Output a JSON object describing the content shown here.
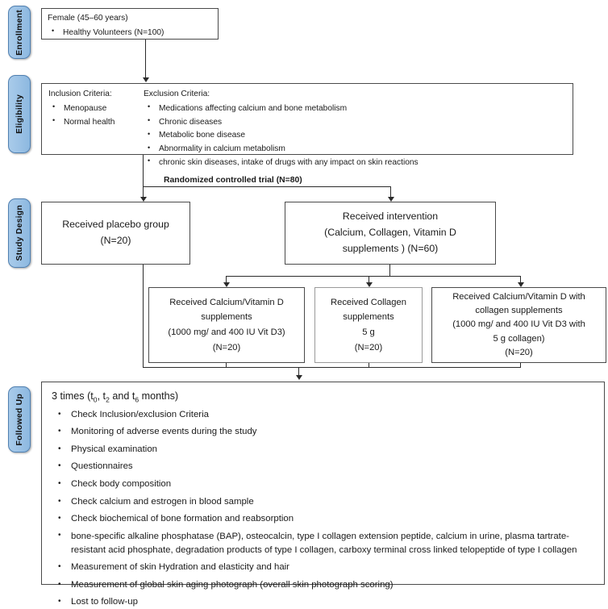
{
  "phases": [
    {
      "label": "Enrollment"
    },
    {
      "label": "Eligibility"
    },
    {
      "label": "Study Design"
    },
    {
      "label": "Followed Up"
    }
  ],
  "enrollment": {
    "heading": "Female (45–60 years)",
    "items": [
      "Healthy Volunteers (N=100)"
    ]
  },
  "eligibility": {
    "inclusion_heading": "Inclusion Criteria:",
    "inclusion_items": [
      "Menopause",
      "Normal health"
    ],
    "exclusion_heading": "Exclusion Criteria:",
    "exclusion_items": [
      "Medications affecting calcium and bone metabolism",
      "Chronic diseases",
      "Metabolic bone disease",
      "Abnormality in calcium metabolism",
      "chronic skin diseases, intake of drugs with any impact on skin reactions"
    ]
  },
  "randomization": {
    "label": "Randomized controlled trial (N=80)"
  },
  "study_design": {
    "placebo": {
      "line1": "Received placebo group",
      "line2": "(N=20)"
    },
    "intervention": {
      "line1": "Received intervention",
      "line2": "(Calcium, Collagen, Vitamin D",
      "line3": "supplements ) (N=60)"
    },
    "arms": [
      {
        "line1": "Received Calcium/Vitamin D",
        "line2": "supplements",
        "line3": "(1000 mg/ and 400 IU Vit D3)",
        "line4": "(N=20)",
        "line5": ""
      },
      {
        "line1": "Received Collagen",
        "line2": "supplements",
        "line3": "5 g",
        "line4": "(N=20)",
        "line5": ""
      },
      {
        "line1": "Received Calcium/Vitamin D with",
        "line2": "collagen supplements",
        "line3": "(1000 mg/ and 400 IU Vit D3 with",
        "line4": "5 g collagen)",
        "line5": "(N=20)"
      }
    ]
  },
  "follow_up": {
    "title_prefix": "3 times (t",
    "title_sub1": "0",
    "title_mid": ", t",
    "title_sub2": "2",
    "title_mid2": " and t",
    "title_sub3": "6",
    "title_suffix": " months)",
    "items": [
      "Check Inclusion/exclusion Criteria",
      "Monitoring of adverse events during the study",
      "Physical examination",
      "Questionnaires",
      "Check body composition",
      "Check calcium and estrogen in blood sample",
      "Check biochemical of bone formation  and reabsorption",
      "bone-specific alkaline phosphatase (BAP), osteocalcin, type I collagen extension peptide, calcium in urine, plasma tartrate-resistant acid phosphate, degradation products of type I collagen, carboxy terminal cross linked telopeptide of type I collagen",
      "Measurement of skin Hydration and elasticity and hair",
      "Measurement of global skin aging photograph (overall skin photograph scoring)",
      "Lost to follow-up"
    ]
  },
  "colors": {
    "tab_fill": "#9dc3e6",
    "tab_border": "#4f7fb0",
    "box_border": "#4a4a4a",
    "line": "#2b2b2b"
  }
}
